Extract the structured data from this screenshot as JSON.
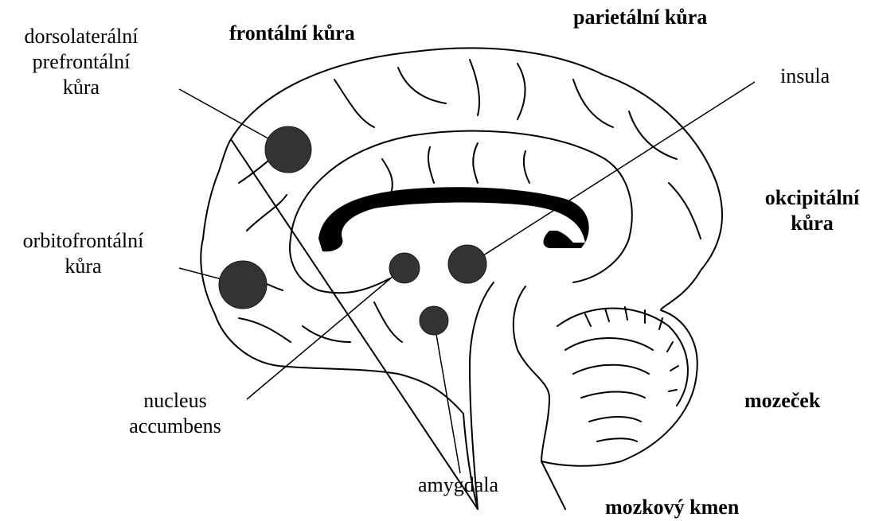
{
  "labels": {
    "frontal": "frontální kůra",
    "parietal": "parietální kůra",
    "occipital": [
      "okcipitální",
      "kůra"
    ],
    "cerebellum": "mozeček",
    "brainstem": "mozkový kmen",
    "dlpfc": [
      "dorsolaterální",
      "prefrontální",
      "kůra"
    ],
    "ofc": [
      "orbitofrontální",
      "kůra"
    ],
    "insula": "insula",
    "nacc": [
      "nucleus",
      "accumbens"
    ],
    "amygdala": "amygdala"
  },
  "colors": {
    "outline": "#000000",
    "region_dot": "#333333",
    "corpus_callosum": "#000000"
  }
}
